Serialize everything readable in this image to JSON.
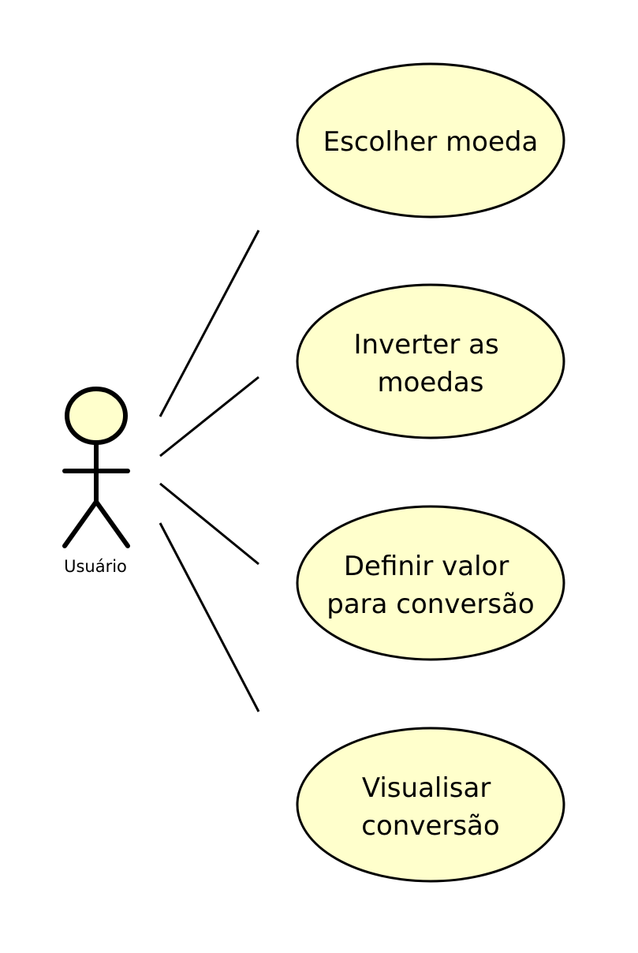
{
  "diagram": {
    "type": "use-case",
    "colors": {
      "fill": "#ffffcc",
      "stroke": "#000000",
      "background": "#ffffff"
    },
    "actor": {
      "label": "Usuário",
      "icon": "stick-figure-icon"
    },
    "use_cases": [
      {
        "id": "uc1",
        "lines": [
          "Escolher moeda"
        ]
      },
      {
        "id": "uc2",
        "lines": [
          "Inverter as",
          "moedas"
        ]
      },
      {
        "id": "uc3",
        "lines": [
          "Definir valor",
          "para conversão"
        ]
      },
      {
        "id": "uc4",
        "lines": [
          "Visualisar",
          "conversão"
        ]
      }
    ]
  }
}
